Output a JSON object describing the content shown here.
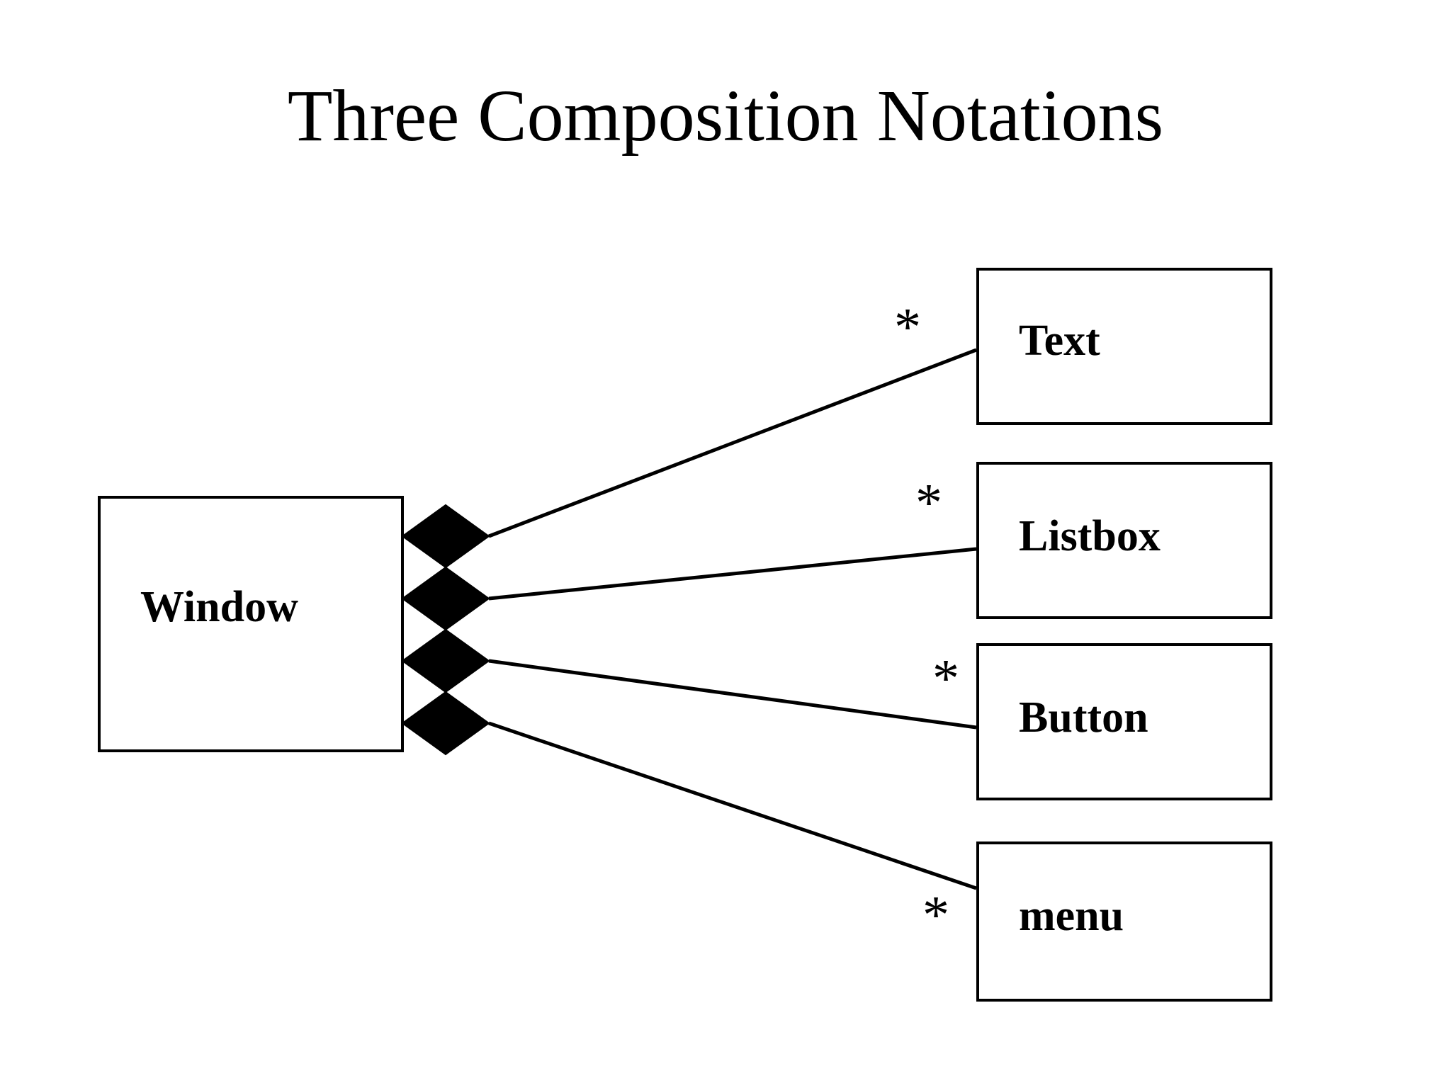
{
  "slide": {
    "title": "Three Composition Notations",
    "background_color": "#FFFFFF",
    "line_color": "#000000",
    "fill_color": "#000000"
  },
  "diagram": {
    "type": "uml-class-composition",
    "whole": {
      "name": "Window",
      "label": "Window",
      "shape": "rectangle"
    },
    "relationship": {
      "name": "composition",
      "notation": "filled-diamond",
      "diamond_count": 4
    },
    "parts": [
      {
        "label": "Text",
        "multiplicity": "*"
      },
      {
        "label": "Listbox",
        "multiplicity": "*"
      },
      {
        "label": "Button",
        "multiplicity": "*"
      },
      {
        "label": "menu",
        "multiplicity": "*"
      }
    ]
  }
}
